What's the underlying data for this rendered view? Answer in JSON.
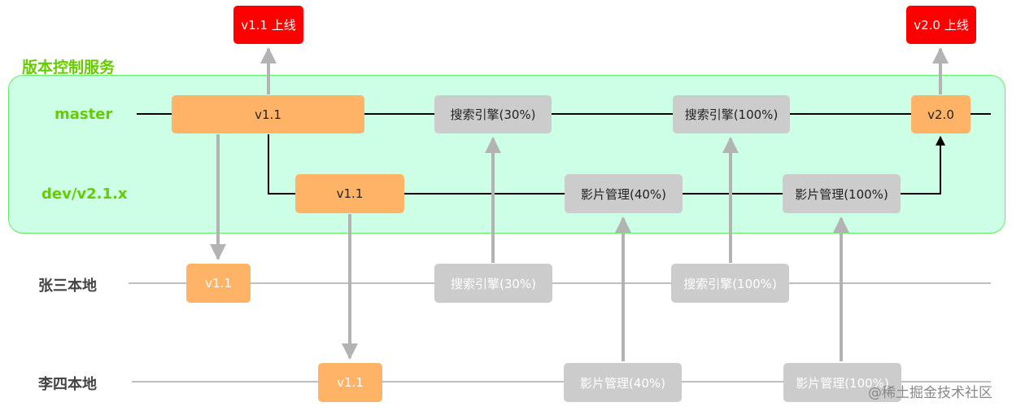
{
  "service_title": "版本控制服务",
  "lanes": {
    "master": "master",
    "dev": "dev/v2.1.x",
    "zhangsan": "张三本地",
    "lisi": "李四本地"
  },
  "releases": {
    "v11": "v1.1 上线",
    "v20": "v2.0 上线"
  },
  "master_nodes": {
    "v11": "v1.1",
    "search30": "搜索引擎(30%)",
    "search100": "搜索引擎(100%)",
    "v20": "v2.0"
  },
  "dev_nodes": {
    "v11": "v1.1",
    "film40": "影片管理(40%)",
    "film100": "影片管理(100%)"
  },
  "zhangsan_nodes": {
    "v11": "v1.1",
    "search30": "搜索引擎(30%)",
    "search100": "搜索引擎(100%)"
  },
  "lisi_nodes": {
    "v11": "v1.1",
    "film40": "影片管理(40%)",
    "film100": "影片管理(100%)"
  },
  "watermark": "@稀土掘金技术社区",
  "colors": {
    "release": "#ff0000",
    "version_node": "#ffb366",
    "feature_node": "#cccccc",
    "service_bg": "#ccffe6",
    "service_border": "#66ee66",
    "label_green": "#66cc00",
    "arrow_gray": "#b3b3b3"
  }
}
